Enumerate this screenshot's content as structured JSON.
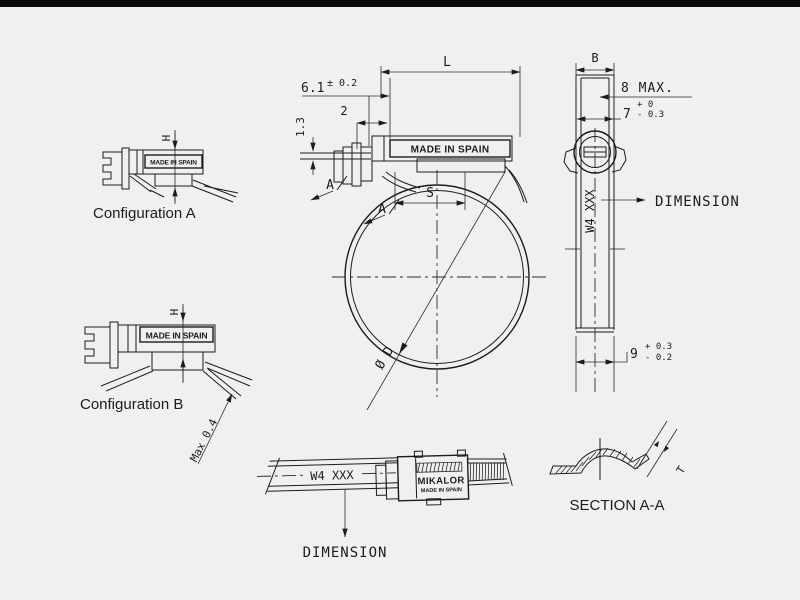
{
  "page": {
    "background": "#f2f0ee",
    "ink": "#1c1c1c"
  },
  "config_a": {
    "caption": "Configuration A",
    "stamp": "MADE IN SPAIN",
    "dim_h": "H"
  },
  "config_b": {
    "caption": "Configuration B",
    "stamp": "MADE IN SPAIN",
    "dim_h": "H",
    "max_note": "Max 0.4"
  },
  "front_view": {
    "stamp": "MADE IN SPAIN",
    "dim_l": "L",
    "dim_width": "6.1",
    "dim_width_tol": "± 0.2",
    "dim_offset": "2",
    "dim_thickness": "1.3",
    "dim_s": "S",
    "section_mark_1": "A",
    "section_mark_2": "A",
    "dim_diameter": "Ø D"
  },
  "side_view": {
    "dim_b": "B",
    "dim_head_max": "8 MAX.",
    "dim_seven": "7",
    "dim_seven_plus": "+ 0",
    "dim_seven_minus": "- 0.3",
    "band_code": "W4 XXX",
    "leader_label": "DIMENSION",
    "dim_nine": "9",
    "dim_nine_plus": "+ 0.3",
    "dim_nine_minus": "- 0.2"
  },
  "band_view": {
    "band_code": "W4 XXX",
    "brand": "MIKALOR",
    "brand_sub": "MADE IN SPAIN",
    "leader_label": "DIMENSION"
  },
  "section_view": {
    "caption": "SECTION A-A",
    "dim_t": "T"
  }
}
